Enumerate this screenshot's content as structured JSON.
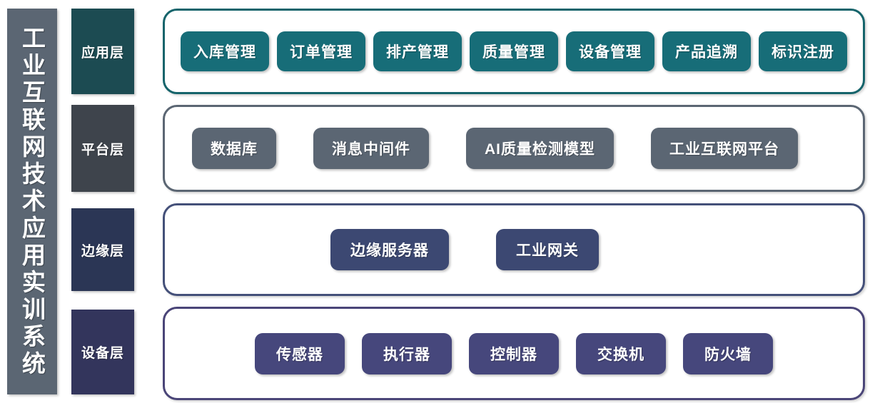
{
  "title": {
    "text": "工业互联网技术应用实训系统"
  },
  "colors": {
    "title_bar": "#5b6673",
    "app_label": "#1c4b52",
    "app_chip": "#176d78",
    "app_border": "#15646b",
    "platform_label": "#3e444c",
    "platform_chip": "#5b6673",
    "platform_border": "#5b6673",
    "edge_label": "#2b3655",
    "edge_chip": "#3c4872",
    "edge_border": "#445079",
    "device_label": "#33355c",
    "device_chip": "#46477c",
    "device_border": "#4a4578",
    "background": "#ffffff"
  },
  "layers": [
    {
      "id": "application",
      "label": "应用层",
      "items": [
        "入库管理",
        "订单管理",
        "排产管理",
        "质量管理",
        "设备管理",
        "产品追溯",
        "标识注册"
      ]
    },
    {
      "id": "platform",
      "label": "平台层",
      "items": [
        "数据库",
        "消息中间件",
        "AI质量检测模型",
        "工业互联网平台"
      ]
    },
    {
      "id": "edge",
      "label": "边缘层",
      "items": [
        "边缘服务器",
        "工业网关"
      ]
    },
    {
      "id": "device",
      "label": "设备层",
      "items": [
        "传感器",
        "执行器",
        "控制器",
        "交换机",
        "防火墙"
      ]
    }
  ]
}
